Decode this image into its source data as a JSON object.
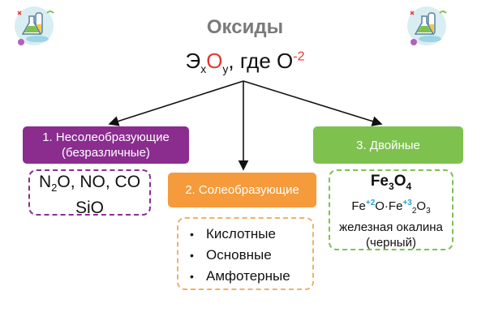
{
  "title": "Оксиды",
  "formula": {
    "element": "Э",
    "sub_x": "x",
    "oxygen": "O",
    "sub_y": "y",
    "middle": ", где O",
    "charge": "-2"
  },
  "groups": {
    "non_salt": {
      "label": "1. Несолеобразующие\n(безразличные)",
      "n2": "N",
      "n2_sub": "2",
      "rest": "O, NO, CO",
      "line2": "SiO"
    },
    "salt": {
      "label": "2. Солеобразующие",
      "items": [
        "Кислотные",
        "Основные",
        "Амфотерные"
      ]
    },
    "double": {
      "label": "3. Двойные",
      "f1_a": "Fe",
      "f1_sub1": "3",
      "f1_b": "O",
      "f1_sub2": "4",
      "f2_a": "Fe",
      "f2_ox1": "+2",
      "f2_b": "O·Fe",
      "f2_ox2": "+3",
      "f2_sub1": "2",
      "f2_c": "O",
      "f2_sub2": "3",
      "name": "железная окалина",
      "color": "(черный)"
    }
  },
  "bullet": "•",
  "colors": {
    "purple": "#8a2d8f",
    "orange": "#f59b3c",
    "green": "#7fc14f",
    "title_gray": "#7a7a7a",
    "oxygen_red": "#e2382f",
    "oxidation_blue": "#2aa3cf"
  },
  "icons": {
    "left": "chemistry-lab-icon",
    "right": "chemistry-lab-icon"
  }
}
